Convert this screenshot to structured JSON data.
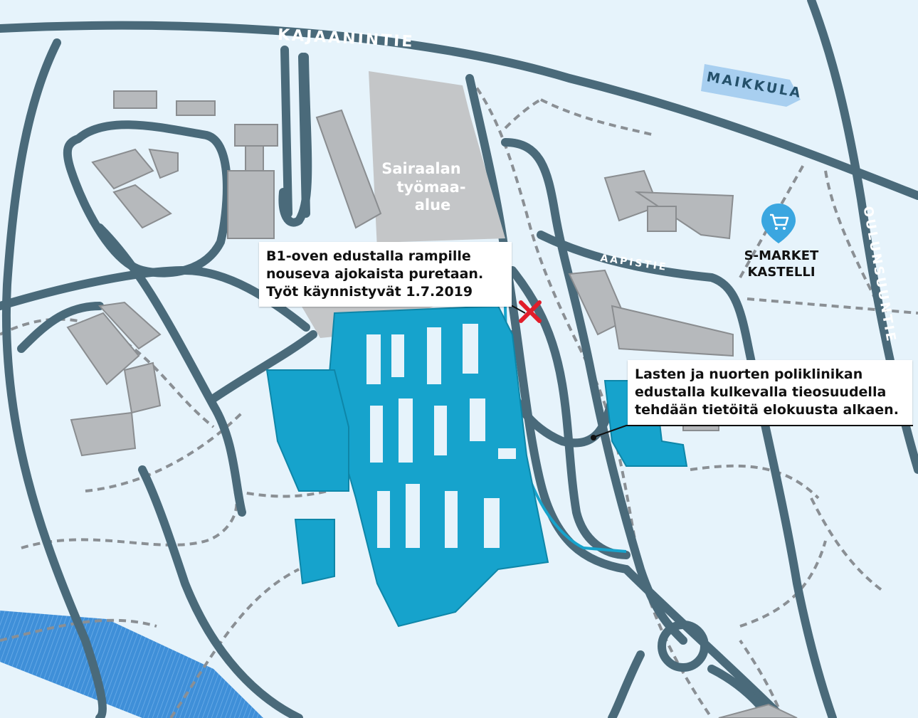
{
  "map": {
    "colors": {
      "background": "#e6f3fb",
      "road": "#4a6a7a",
      "path": "#8a8f94",
      "hospital": "#16a3cc",
      "building": "#b6b9bc",
      "construction_site": "#c4c6c8",
      "water": "#3f8fd8",
      "closure_marker": "#e11d2a"
    },
    "labels": {
      "kajaanintie": "KAJAANINTIE",
      "maikkula": "MAIKKULA",
      "oulunsuuntie": "OULUNSUUNTIE",
      "aapistie": "AAPISTIE",
      "construction_line1": "Sairaalan",
      "construction_line2": "työmaa-",
      "construction_line3": "alue",
      "smarket_line1": "S-MARKET",
      "smarket_line2": "KASTELLI"
    },
    "icons": {
      "shop": "shopping-cart-pin-icon",
      "closure": "red-x-icon"
    },
    "callouts": {
      "ramp": {
        "line1": "B1-oven edustalla rampille",
        "line2": "nouseva ajokaista puretaan.",
        "line3": "Työt käynnistyvät 1.7.2019"
      },
      "clinic": {
        "line1": "Lasten ja nuorten poliklinikan",
        "line2": "edustalla kulkevalla tieosuudella",
        "line3": "tehdään tietöitä elokuusta alkaen."
      }
    }
  }
}
